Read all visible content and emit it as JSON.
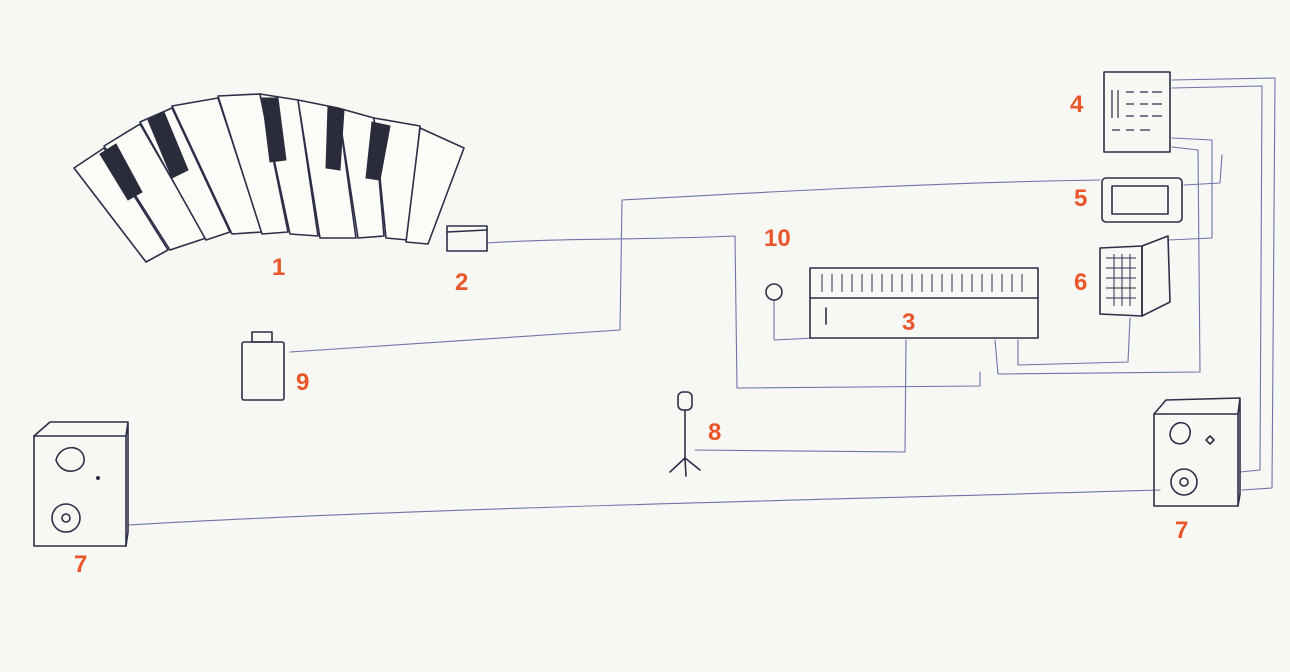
{
  "colors": {
    "paper": "#f7f7f4",
    "ink": "#2c2f48",
    "cable": "#6d74a8",
    "label": "#e8562a"
  },
  "labels": {
    "keyboards": "1",
    "interface_box": "2",
    "rack_unit": "3",
    "top_right_device": "4",
    "tablet_device": "5",
    "laptop": "6",
    "monitor_left": "7",
    "monitor_right": "7",
    "microphone": "8",
    "small_device": "9",
    "knob": "10"
  },
  "icons": [
    "keyboard-arc-icon",
    "interface-box-icon",
    "rack-unit-icon",
    "panel-device-icon",
    "tablet-icon",
    "laptop-icon",
    "speaker-icon",
    "microphone-stand-icon",
    "small-device-icon",
    "knob-icon"
  ]
}
